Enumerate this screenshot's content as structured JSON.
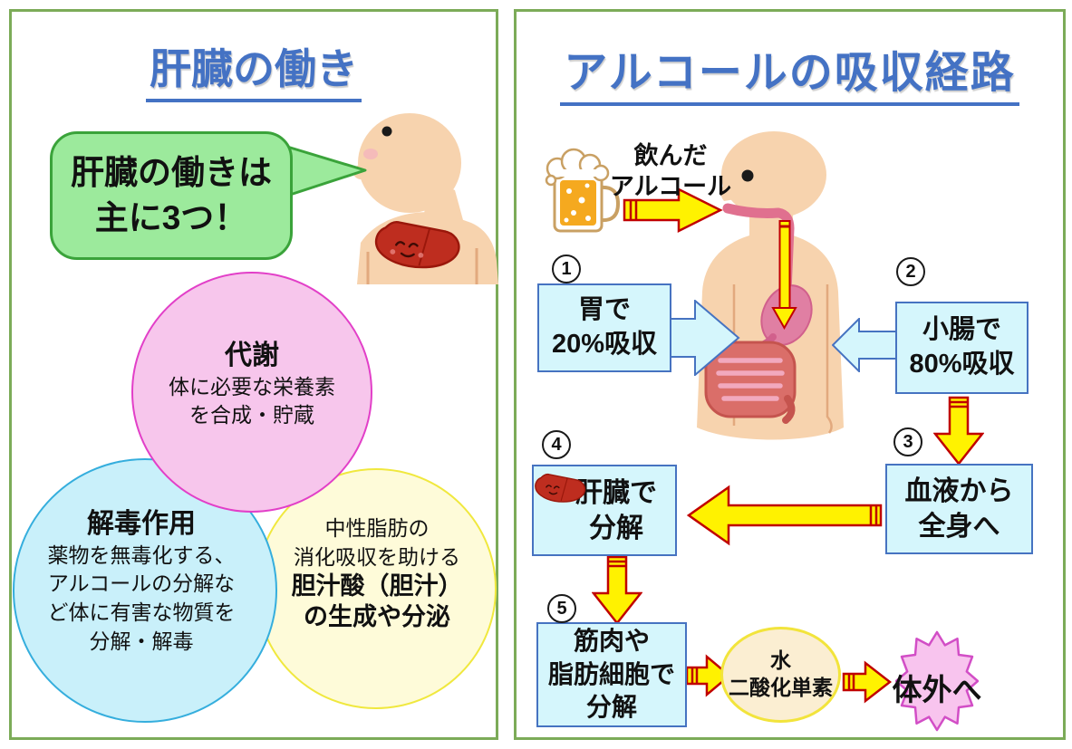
{
  "colors": {
    "panel_border": "#7CAB58",
    "title_blue": "#4472C4",
    "bubble_fill": "#9CEA9C",
    "bubble_border": "#3AA33A",
    "circle_pink_fill": "#F7C6EC",
    "circle_pink_border": "#E23FC8",
    "circle_blue_fill": "#C9F0FA",
    "circle_blue_border": "#35AEDD",
    "circle_yellow_fill": "#FEFBD9",
    "circle_yellow_border": "#F0E83E",
    "box_fill": "#D5F6FC",
    "box_border": "#4673C1",
    "arrow_yellow": "#FFF200",
    "arrow_red_border": "#C00000",
    "ellipse_fill": "#FBEED2",
    "ellipse_border": "#F2E43C",
    "burst_fill": "#F8C4EE",
    "burst_border": "#D24EC6"
  },
  "left_panel": {
    "title": "肝臓の働き",
    "speech_bubble": "肝臓の働きは\n主に3つ！",
    "circle_metabolism": {
      "heading": "代謝",
      "body": "体に必要な栄養素\nを合成・貯蔵"
    },
    "circle_detox": {
      "heading": "解毒作用",
      "body": "薬物を無毒化する、\nアルコールの分解な\nど体に有害な物質を\n分解・解毒"
    },
    "circle_bile": {
      "lead": "中性脂肪の\n消化吸収を助ける",
      "heading": "胆汁酸（胆汁）\nの生成や分泌"
    }
  },
  "right_panel": {
    "title": "アルコールの吸収経路",
    "drink_label": "飲んだ\nアルコール",
    "steps": [
      {
        "num": "1",
        "label": "胃で\n20%吸収"
      },
      {
        "num": "2",
        "label": "小腸で\n80%吸収"
      },
      {
        "num": "3",
        "label": "血液から\n全身へ"
      },
      {
        "num": "4",
        "label": "肝臓で\n分解"
      },
      {
        "num": "5",
        "label": "筋肉や\n脂肪細胞で\n分解"
      }
    ],
    "byproducts": "水\n二酸化単素",
    "outcome": "体外へ"
  }
}
